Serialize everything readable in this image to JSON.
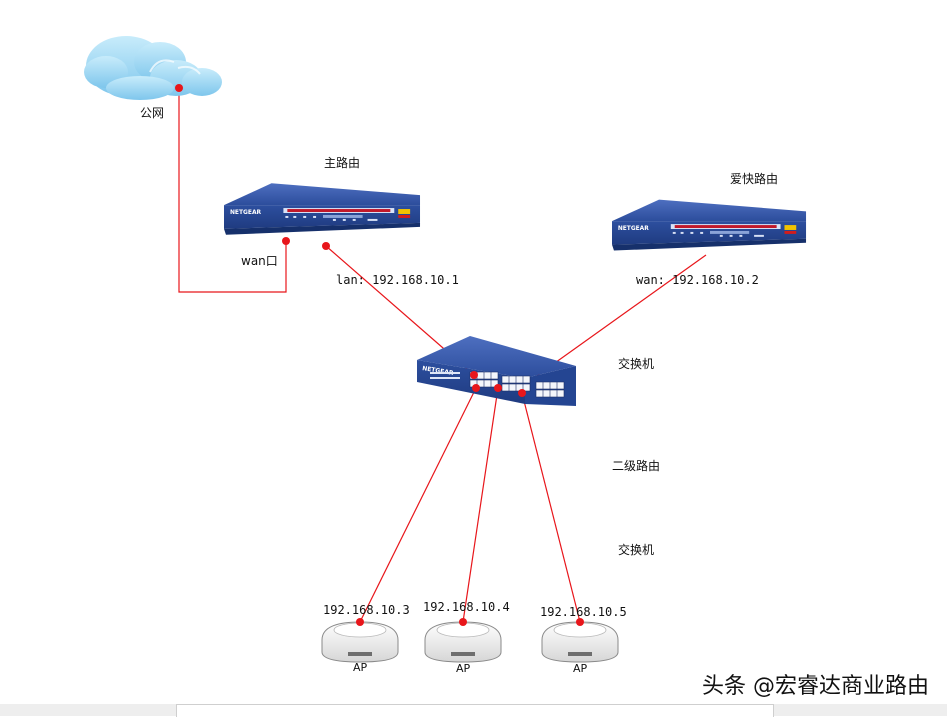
{
  "labels": {
    "internet": "公网",
    "main_router": "主路由",
    "ikuai_router": "爱快路由",
    "wan_port": "wan口",
    "main_lan": "lan: 192.168.10.1",
    "ikuai_wan": "wan: 192.168.10.2",
    "switch_1": "交换机",
    "secondary_router": "二级路由",
    "switch_2": "交换机",
    "ap1_ip": "192.168.10.3",
    "ap2_ip": "192.168.10.4",
    "ap3_ip": "192.168.10.5",
    "ap1": "AP",
    "ap2": "AP",
    "ap3": "AP",
    "router_brand": "NETGEAR",
    "switch_brand": "NETGEAR"
  },
  "watermark": "头条 @宏睿达商业路由",
  "colors": {
    "link": "#e8161b",
    "router_body": "#2a4a9a",
    "cloud": "#8fd0f0"
  }
}
